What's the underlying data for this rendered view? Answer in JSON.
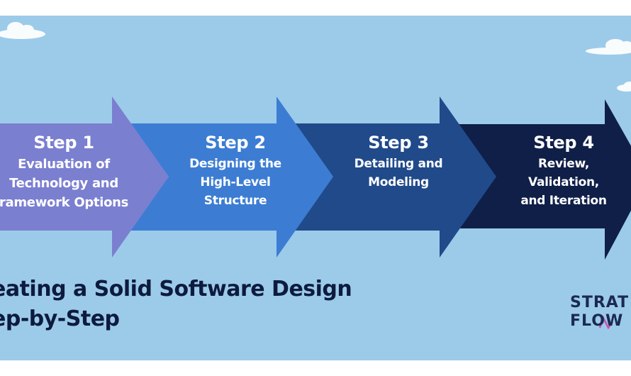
{
  "steps": [
    {
      "title": "Step 1",
      "lines": [
        "Evaluation of",
        "Technology and",
        "ramework Options"
      ],
      "color": "#7b7fd0"
    },
    {
      "title": "Step 2",
      "lines": [
        "Designing the",
        "High-Level",
        "Structure"
      ],
      "color": "#3c7dd3"
    },
    {
      "title": "Step 3",
      "lines": [
        "Detailing and",
        "Modeling"
      ],
      "color": "#204a8a"
    },
    {
      "title": "Step 4",
      "lines": [
        "Review,",
        "Validation,",
        "and Iteration"
      ],
      "color": "#0f1f48"
    }
  ],
  "heading": {
    "line1": "eating a Solid Software Design",
    "line2": "ep-by-Step"
  },
  "logo": {
    "line1": "STRAT",
    "line2": "FLOW"
  },
  "colors": {
    "background": "#9ccbea",
    "cloud": "#ffffff",
    "heading": "#0d1b3e"
  }
}
